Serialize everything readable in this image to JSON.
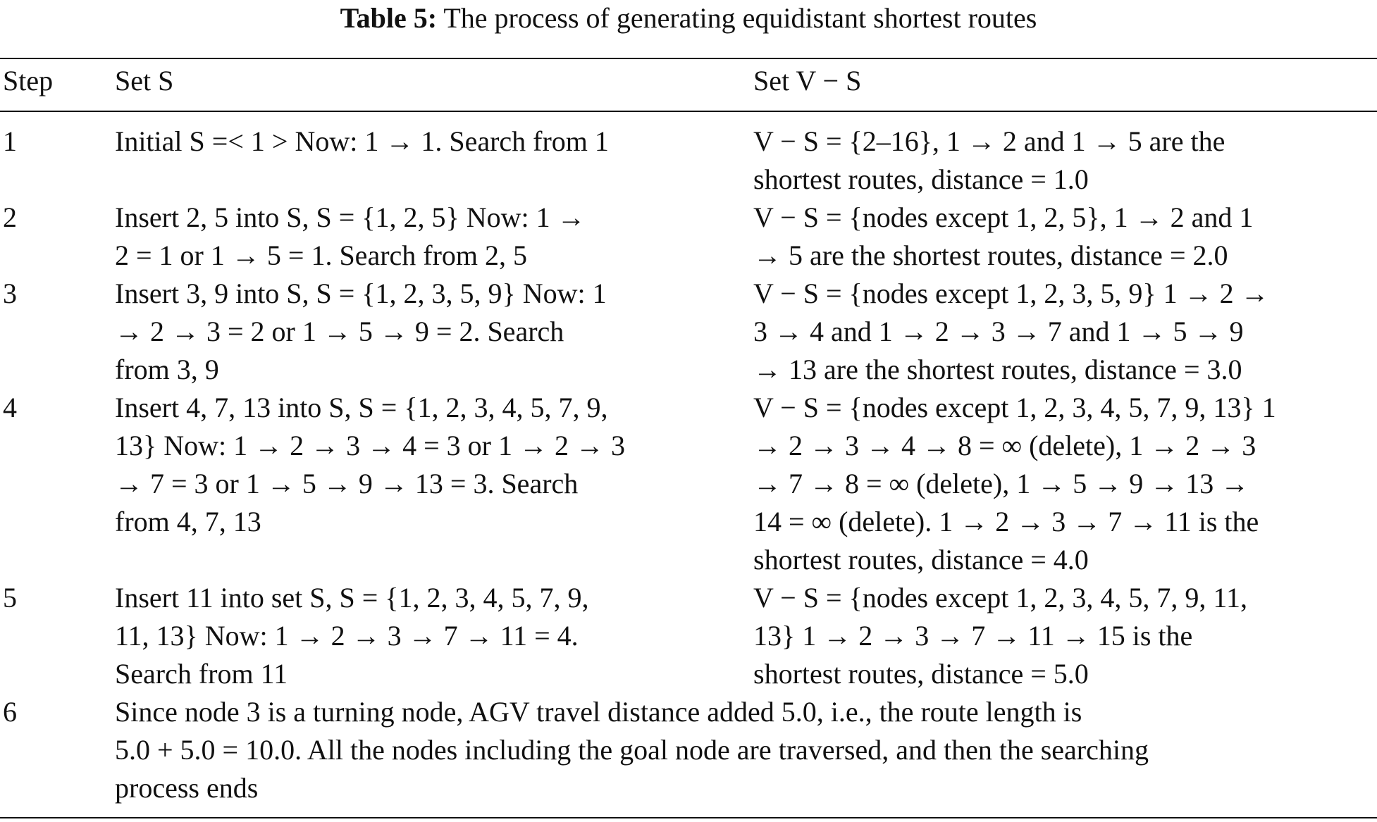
{
  "caption": {
    "label": "Table 5:",
    "text": "The process of generating equidistant shortest routes"
  },
  "header": {
    "step": "Step",
    "set_s": "Set S",
    "set_vs": "Set V − S"
  },
  "rows": [
    {
      "step": "1",
      "set_s": "Initial S =< 1 > Now: 1 → 1. Search from 1",
      "set_vs": "V − S = {2–16}, 1 → 2 and 1 → 5 are the\nshortest routes, distance = 1.0"
    },
    {
      "step": "2",
      "set_s": "Insert 2, 5 into S, S = {1, 2, 5} Now: 1 →\n2 = 1 or 1 → 5 = 1. Search from 2, 5",
      "set_vs": "V − S = {nodes except 1, 2, 5}, 1 → 2 and 1\n→ 5 are the shortest routes, distance = 2.0"
    },
    {
      "step": "3",
      "set_s": "Insert 3, 9 into S, S = {1, 2, 3, 5, 9} Now: 1\n→ 2 → 3 = 2 or 1 → 5 → 9 = 2. Search\nfrom 3, 9",
      "set_vs": "V − S = {nodes except 1, 2, 3, 5, 9} 1 → 2 →\n3 → 4 and 1 → 2 → 3 → 7 and 1 → 5 → 9\n→ 13 are the shortest routes, distance = 3.0"
    },
    {
      "step": "4",
      "set_s": "Insert 4, 7, 13 into S, S = {1, 2, 3, 4, 5, 7, 9,\n13} Now: 1 → 2 → 3 → 4 = 3 or 1 → 2 → 3\n→ 7 = 3 or 1 → 5 → 9 → 13 = 3. Search\nfrom 4, 7, 13",
      "set_vs": "V − S = {nodes except 1, 2, 3, 4, 5, 7, 9, 13} 1\n→ 2 → 3 → 4 → 8 = ∞ (delete), 1 → 2 → 3\n→ 7 → 8 = ∞ (delete), 1 → 5 → 9 → 13 →\n14 = ∞ (delete). 1 → 2 → 3 → 7 → 11 is the\nshortest routes, distance = 4.0"
    },
    {
      "step": "5",
      "set_s": "Insert 11 into set S, S = {1, 2, 3, 4, 5, 7, 9,\n11, 13} Now: 1 → 2 → 3 → 7 → 11 = 4.\nSearch from 11",
      "set_vs": "V − S = {nodes except 1, 2, 3, 4, 5, 7, 9, 11,\n13} 1 → 2 → 3 → 7 → 11 → 15 is the\nshortest routes, distance = 5.0"
    },
    {
      "step": "6",
      "set_s": "Since node 3 is a turning node, AGV travel distance added 5.0, i.e., the route length is\n5.0 + 5.0 = 10.0. All the nodes including the goal node are traversed, and then the searching\nprocess ends",
      "set_vs": ""
    }
  ]
}
